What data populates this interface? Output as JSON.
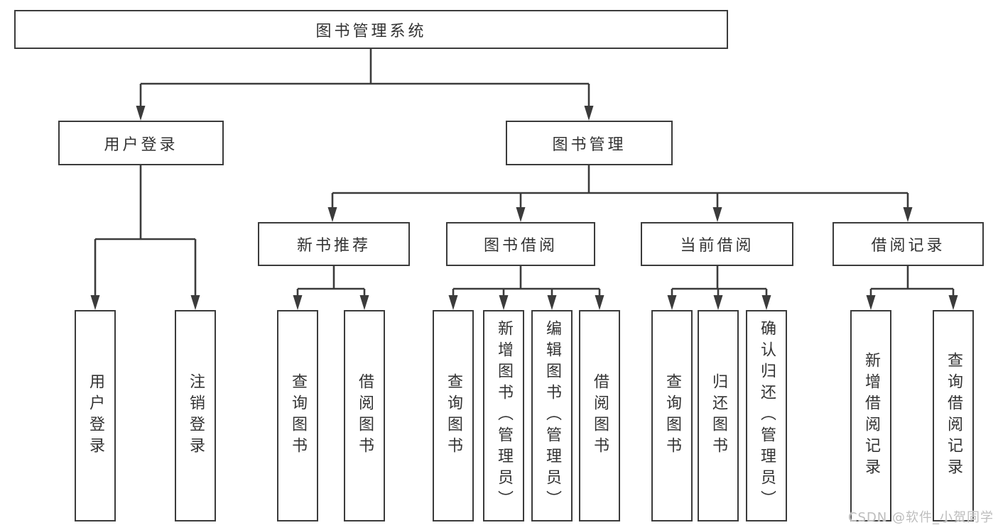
{
  "diagram": {
    "root": {
      "label": "图书管理系统"
    },
    "branches": [
      {
        "label": "用户登录",
        "children": [
          {
            "label": "用户登录"
          },
          {
            "label": "注销登录"
          }
        ]
      },
      {
        "label": "图书管理",
        "children": [
          {
            "label": "新书推荐",
            "children": [
              {
                "label": "查询图书"
              },
              {
                "label": "借阅图书"
              }
            ]
          },
          {
            "label": "图书借阅",
            "children": [
              {
                "label": "查询图书"
              },
              {
                "label": "新增图书（管理员）"
              },
              {
                "label": "编辑图书（管理员）"
              },
              {
                "label": "借阅图书"
              }
            ]
          },
          {
            "label": "当前借阅",
            "children": [
              {
                "label": "查询图书"
              },
              {
                "label": "归还图书"
              },
              {
                "label": "确认归还（管理员）"
              }
            ]
          },
          {
            "label": "借阅记录",
            "children": [
              {
                "label": "新增借阅记录"
              },
              {
                "label": "查询借阅记录"
              }
            ]
          }
        ]
      }
    ]
  },
  "watermark": {
    "text": "CSDN @软件_小贺同学"
  },
  "colors": {
    "line": "#3b3b3b",
    "box_border": "#3b3b3b",
    "text": "#333333",
    "watermark": "#bdbdbd",
    "background": "#ffffff"
  }
}
